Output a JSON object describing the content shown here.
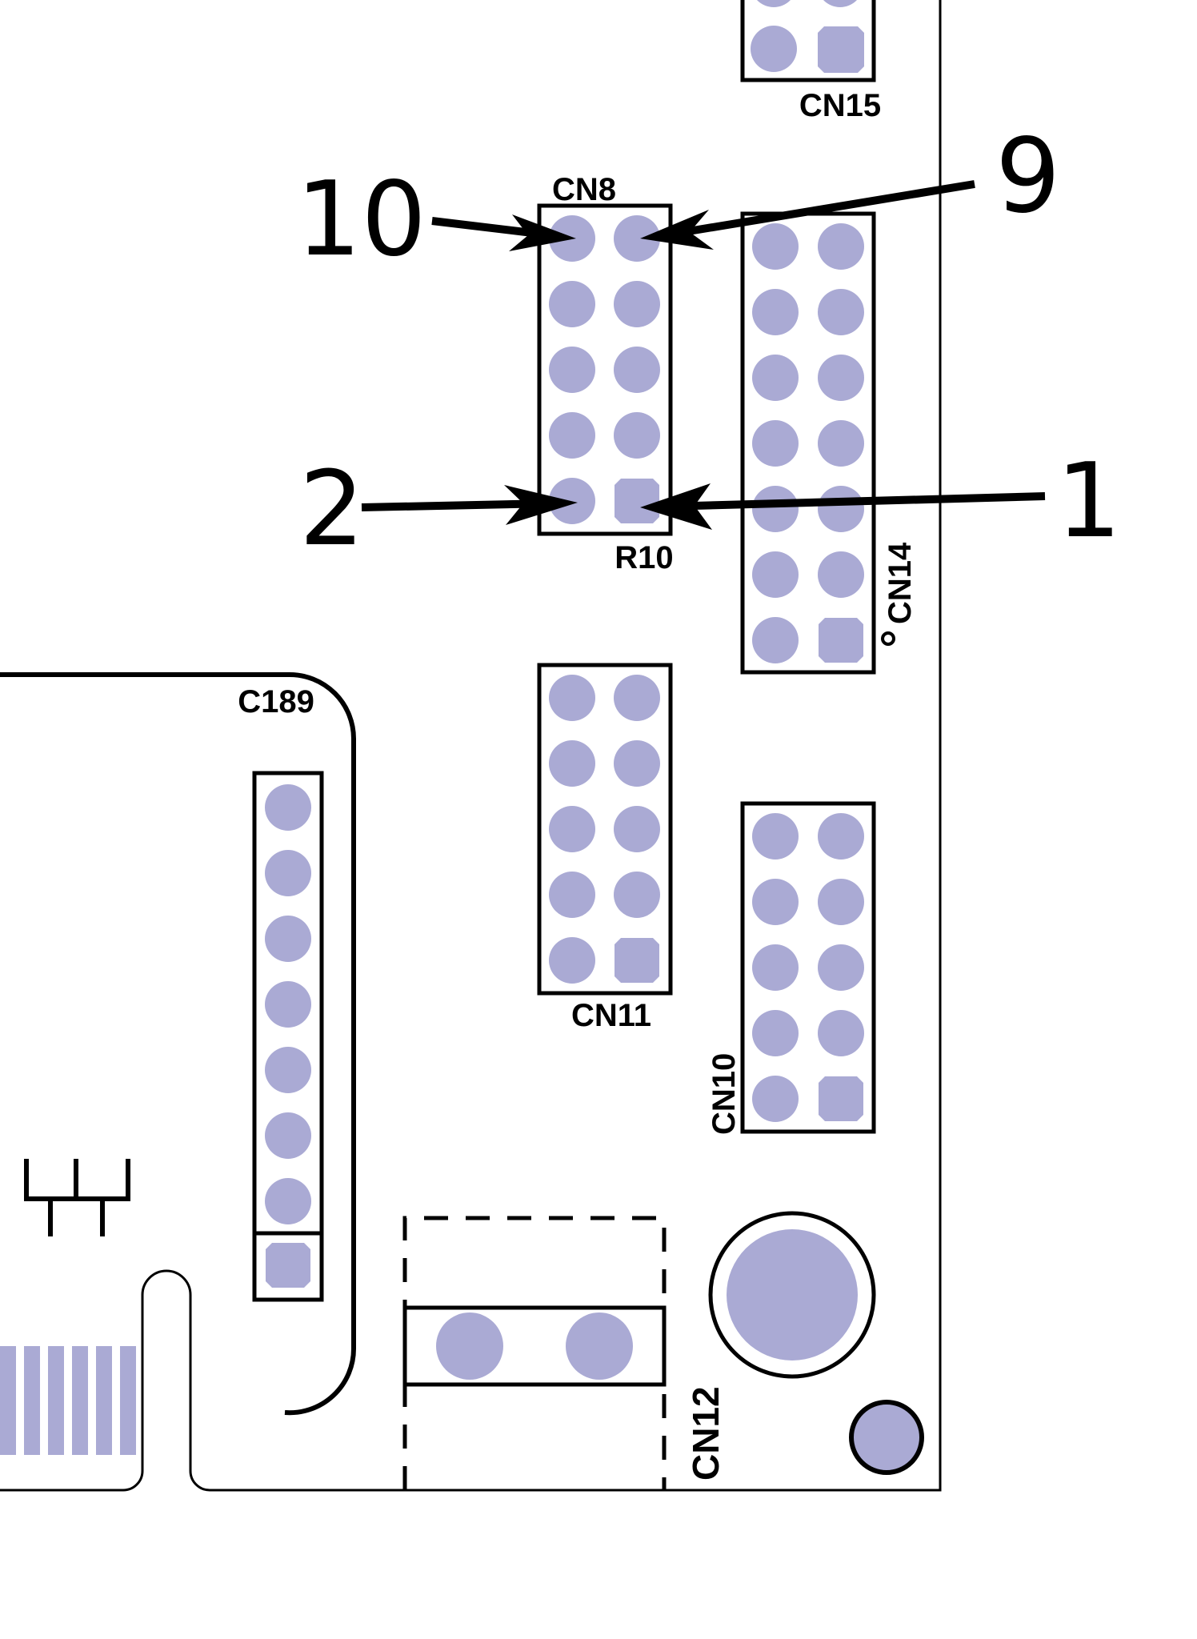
{
  "labels": {
    "cn15": "CN15",
    "cn8": "CN8",
    "r10": "R10",
    "cn14": "CN14",
    "c189": "C189",
    "cn11": "CN11",
    "cn10": "CN10",
    "cn12": "CN12"
  },
  "pin_callouts": {
    "pin10": "10",
    "pin9": "9",
    "pin2": "2",
    "pin1": "1"
  },
  "colors": {
    "pad": "#aaaad4",
    "outline": "#000000",
    "background": "#ffffff"
  }
}
